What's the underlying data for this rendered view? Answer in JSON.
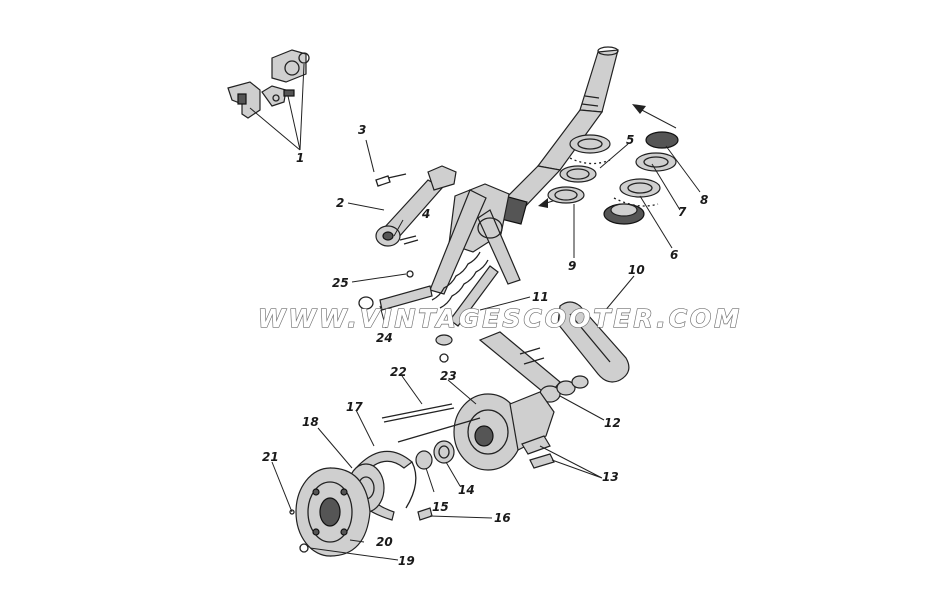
{
  "watermark": "WWW.VINTAGESCOOTER.COM",
  "labels": {
    "n1": "1",
    "n2": "2",
    "n3": "3",
    "n4": "4",
    "n5": "5",
    "n6": "6",
    "n7": "7",
    "n8": "8",
    "n9": "9",
    "n10": "10",
    "n11": "11",
    "n12": "12",
    "n13": "13",
    "n14": "14",
    "n15": "15",
    "n16": "16",
    "n17": "17",
    "n18": "18",
    "n19": "19",
    "n20": "20",
    "n21": "21",
    "n22": "22",
    "n23": "23",
    "n24": "24",
    "n25": "25"
  },
  "colors": {
    "ink": "#222222",
    "background": "#ffffff",
    "watermark_stroke": "#6e6e6e"
  }
}
